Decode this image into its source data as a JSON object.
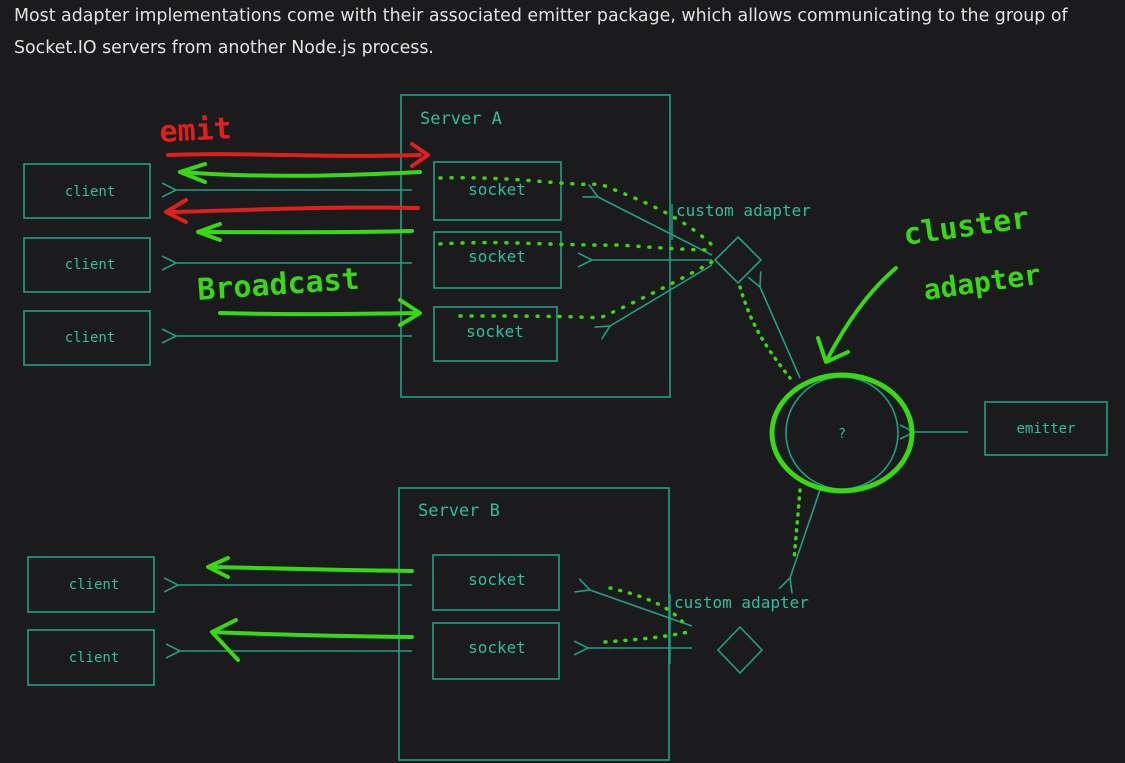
{
  "intro_text": "Most adapter implementations come with their associated emitter package, which allows communicating to the group of Socket.IO servers from another Node.js process.",
  "diagram": {
    "server_a": {
      "label": "Server A",
      "sockets": [
        "socket",
        "socket",
        "socket"
      ]
    },
    "server_b": {
      "label": "Server B",
      "sockets": [
        "socket",
        "socket"
      ]
    },
    "clients_a": [
      "client",
      "client",
      "client"
    ],
    "clients_b": [
      "client",
      "client"
    ],
    "adapter_a_label": "custom adapter",
    "adapter_b_label": "custom adapter",
    "cluster_node_label": "?",
    "emitter_label": "emitter",
    "annotations": {
      "emit": "emit",
      "broadcast": "Broadcast",
      "cluster_adapter": [
        "cluster",
        "adapter"
      ]
    },
    "colors": {
      "background": "#1b1b1d",
      "text": "#e3e3e3",
      "teal": "#1f9f87",
      "green": "#39d714",
      "red": "#e0201f"
    }
  }
}
